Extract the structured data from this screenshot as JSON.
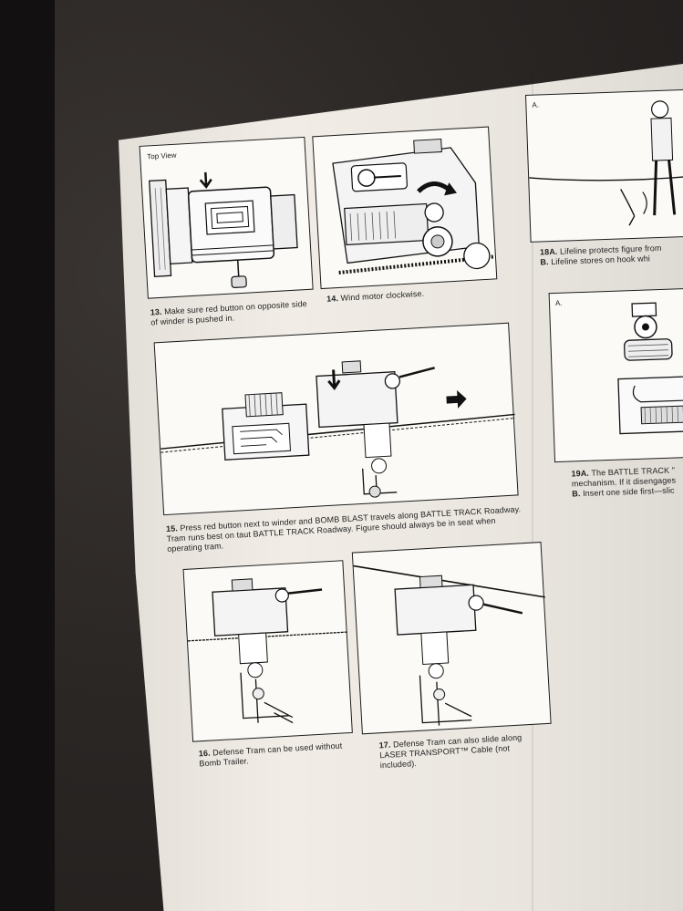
{
  "panels": {
    "p13": {
      "top_label": "Top View",
      "num": "13.",
      "text": "Make sure red button on opposite side of winder is pushed in."
    },
    "p14": {
      "num": "14.",
      "text": "Wind motor clockwise."
    },
    "p15": {
      "num": "15.",
      "text": "Press red button next to winder and BOMB BLAST travels along BATTLE TRACK Roadway. Tram runs best on taut BATTLE TRACK Roadway. Figure should always be in seat when operating tram."
    },
    "p16": {
      "num": "16.",
      "text": "Defense Tram can be used without Bomb Trailer."
    },
    "p17": {
      "num": "17.",
      "text": "Defense Tram can also slide along LASER TRANSPORT™ Cable (not included)."
    },
    "p18": {
      "corner": "A.",
      "num": "18A.",
      "line1": "Lifeline protects figure from",
      "line2_label": "B.",
      "line2": "Lifeline stores on hook whi"
    },
    "p19": {
      "corner": "A.",
      "num": "19A.",
      "line1": "The BATTLE TRACK \"",
      "line2": "mechanism. If it disengages",
      "line3_label": "B.",
      "line3": "Insert one side first—slic"
    }
  }
}
